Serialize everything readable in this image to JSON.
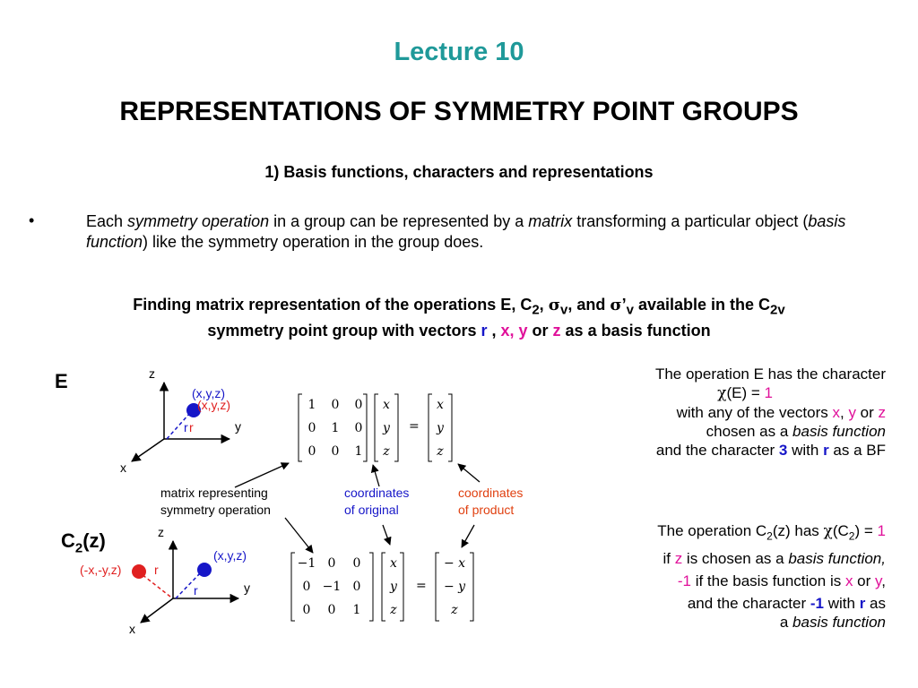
{
  "slide": {
    "lecture_title": "Lecture 10",
    "main_title": "REPRESENTATIONS OF SYMMETRY POINT GROUPS",
    "section_title": "1) Basis functions, characters and representations",
    "bullet": {
      "marker": "•",
      "t1": "Each ",
      "t2": "symmetry operation",
      "t3": " in a group can be represented by a ",
      "t4": "matrix",
      "t5": " transforming a particular object (",
      "t6": "basis function",
      "t7": ") like the symmetry operation in the group does."
    },
    "finding": {
      "p1": "Finding matrix representation of the operations E, C",
      "sub2": "2",
      "p2": ", ",
      "sigma1": "σ",
      "subv1": "v",
      "p3": ", and ",
      "sigma2": "σ",
      "prime": "’",
      "subv2": "v",
      "p4": " available in the C",
      "sub2v": "2v",
      "p5": " symmetry point group with vectors ",
      "r": "r",
      "sep1": " , ",
      "xy": "x, y",
      "or": " or ",
      "z": "z",
      "p6": " as a basis function"
    },
    "E_section": {
      "label": "E",
      "axes": {
        "z": "z",
        "y": "y",
        "x": "x"
      },
      "pt_blue_label": "(x,y,z)",
      "pt_red_label": "(x,y,z)",
      "r_blue": "r",
      "r_red": "r",
      "matrix": [
        [
          "1",
          "0",
          "0"
        ],
        [
          "0",
          "1",
          "0"
        ],
        [
          "0",
          "0",
          "1"
        ]
      ],
      "vector_in": [
        "x",
        "y",
        "z"
      ],
      "eq": "=",
      "vector_out": [
        "x",
        "y",
        "z"
      ],
      "desc": {
        "l1": "The operation E has the character",
        "chi": "χ",
        "l2a": "(E) = ",
        "l2b": "1",
        "l3a": "with any of the vectors ",
        "l3x": "x",
        "l3c": ", ",
        "l3y": "y",
        "l3or": " or ",
        "l3z": "z",
        "l4a": "chosen as a ",
        "l4b": "basis function",
        "l5a": "and the character ",
        "l5b": "3",
        "l5c": " with ",
        "l5r": "r",
        "l5d": " as a BF"
      }
    },
    "annotations": {
      "matrix_rep_l1": "matrix representing",
      "matrix_rep_l2": "symmetry operation",
      "coord_orig_l1": "coordinates",
      "coord_orig_l2": "of original",
      "coord_prod_l1": "coordinates",
      "coord_prod_l2": "of product"
    },
    "C2_section": {
      "label": "C",
      "label_sub": "2",
      "label_end": "(z)",
      "axes": {
        "z": "z",
        "y": "y",
        "x": "x"
      },
      "pt_blue_label": "(x,y,z)",
      "pt_red_label": "(-x,-y,z)",
      "r_blue": "r",
      "r_red": "r",
      "matrix": [
        [
          "−1",
          "0",
          "0"
        ],
        [
          "0",
          "−1",
          "0"
        ],
        [
          "0",
          "0",
          "1"
        ]
      ],
      "vector_in": [
        "x",
        "y",
        "z"
      ],
      "eq": "=",
      "vector_out": [
        "− x",
        "− y",
        "z"
      ],
      "desc": {
        "l1a": "The operation C",
        "l1b": "2",
        "l1c": "(z) has ",
        "chi": "χ",
        "l1d": "(C",
        "l1e": "2",
        "l1f": ") = ",
        "l1g": "1",
        "l2a": "if ",
        "l2z": "z",
        "l2b": " is chosen as a ",
        "l2c": "basis function,",
        "l3a": "-1",
        "l3b": " if the basis function is ",
        "l3x": "x",
        "l3or": " or ",
        "l3y": "y",
        "l3c": ",",
        "l4a": "and the character ",
        "l4b": "-1",
        "l4c": " with ",
        "l4r": "r",
        "l4d": " as",
        "l5a": "a ",
        "l5b": "basis function"
      }
    },
    "colors": {
      "title_teal": "#1f9999",
      "magenta": "#e0119a",
      "blue": "#1616c8",
      "red": "#e02020",
      "orange": "#e04010"
    }
  }
}
